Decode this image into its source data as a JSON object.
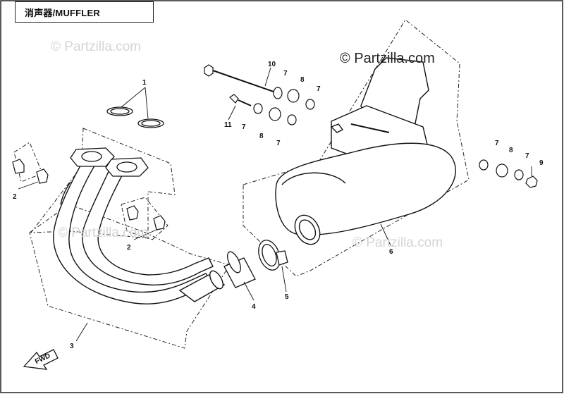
{
  "title": "消声器/MUFFLER",
  "watermarks": {
    "primary": "© Partzilla.com",
    "faint": [
      "© Partzilla.com",
      "© Partzilla.com",
      "© Partzilla.com"
    ]
  },
  "callouts": [
    {
      "id": "c1",
      "label": "1",
      "part": "gasket"
    },
    {
      "id": "c2a",
      "label": "2",
      "part": "nut"
    },
    {
      "id": "c2b",
      "label": "2",
      "part": "nut"
    },
    {
      "id": "c3",
      "label": "3",
      "part": "exhaust-pipe"
    },
    {
      "id": "c4",
      "label": "4",
      "part": "sleeve"
    },
    {
      "id": "c5",
      "label": "5",
      "part": "clamp"
    },
    {
      "id": "c6",
      "label": "6",
      "part": "muffler"
    },
    {
      "id": "c7a",
      "label": "7",
      "part": "washer"
    },
    {
      "id": "c7b",
      "label": "7",
      "part": "washer"
    },
    {
      "id": "c7c",
      "label": "7",
      "part": "washer"
    },
    {
      "id": "c7d",
      "label": "7",
      "part": "washer"
    },
    {
      "id": "c7e",
      "label": "7",
      "part": "washer"
    },
    {
      "id": "c7f",
      "label": "7",
      "part": "washer"
    },
    {
      "id": "c8a",
      "label": "8",
      "part": "rubber-bushing"
    },
    {
      "id": "c8b",
      "label": "8",
      "part": "rubber-bushing"
    },
    {
      "id": "c8c",
      "label": "8",
      "part": "rubber-bushing"
    },
    {
      "id": "c9",
      "label": "9",
      "part": "nut"
    },
    {
      "id": "c10",
      "label": "10",
      "part": "long-bolt"
    },
    {
      "id": "c11",
      "label": "11",
      "part": "bolt"
    }
  ],
  "fwd_label": "FWD",
  "colors": {
    "line": "#111111",
    "watermark": "#d4d4d4",
    "background": "#ffffff"
  }
}
